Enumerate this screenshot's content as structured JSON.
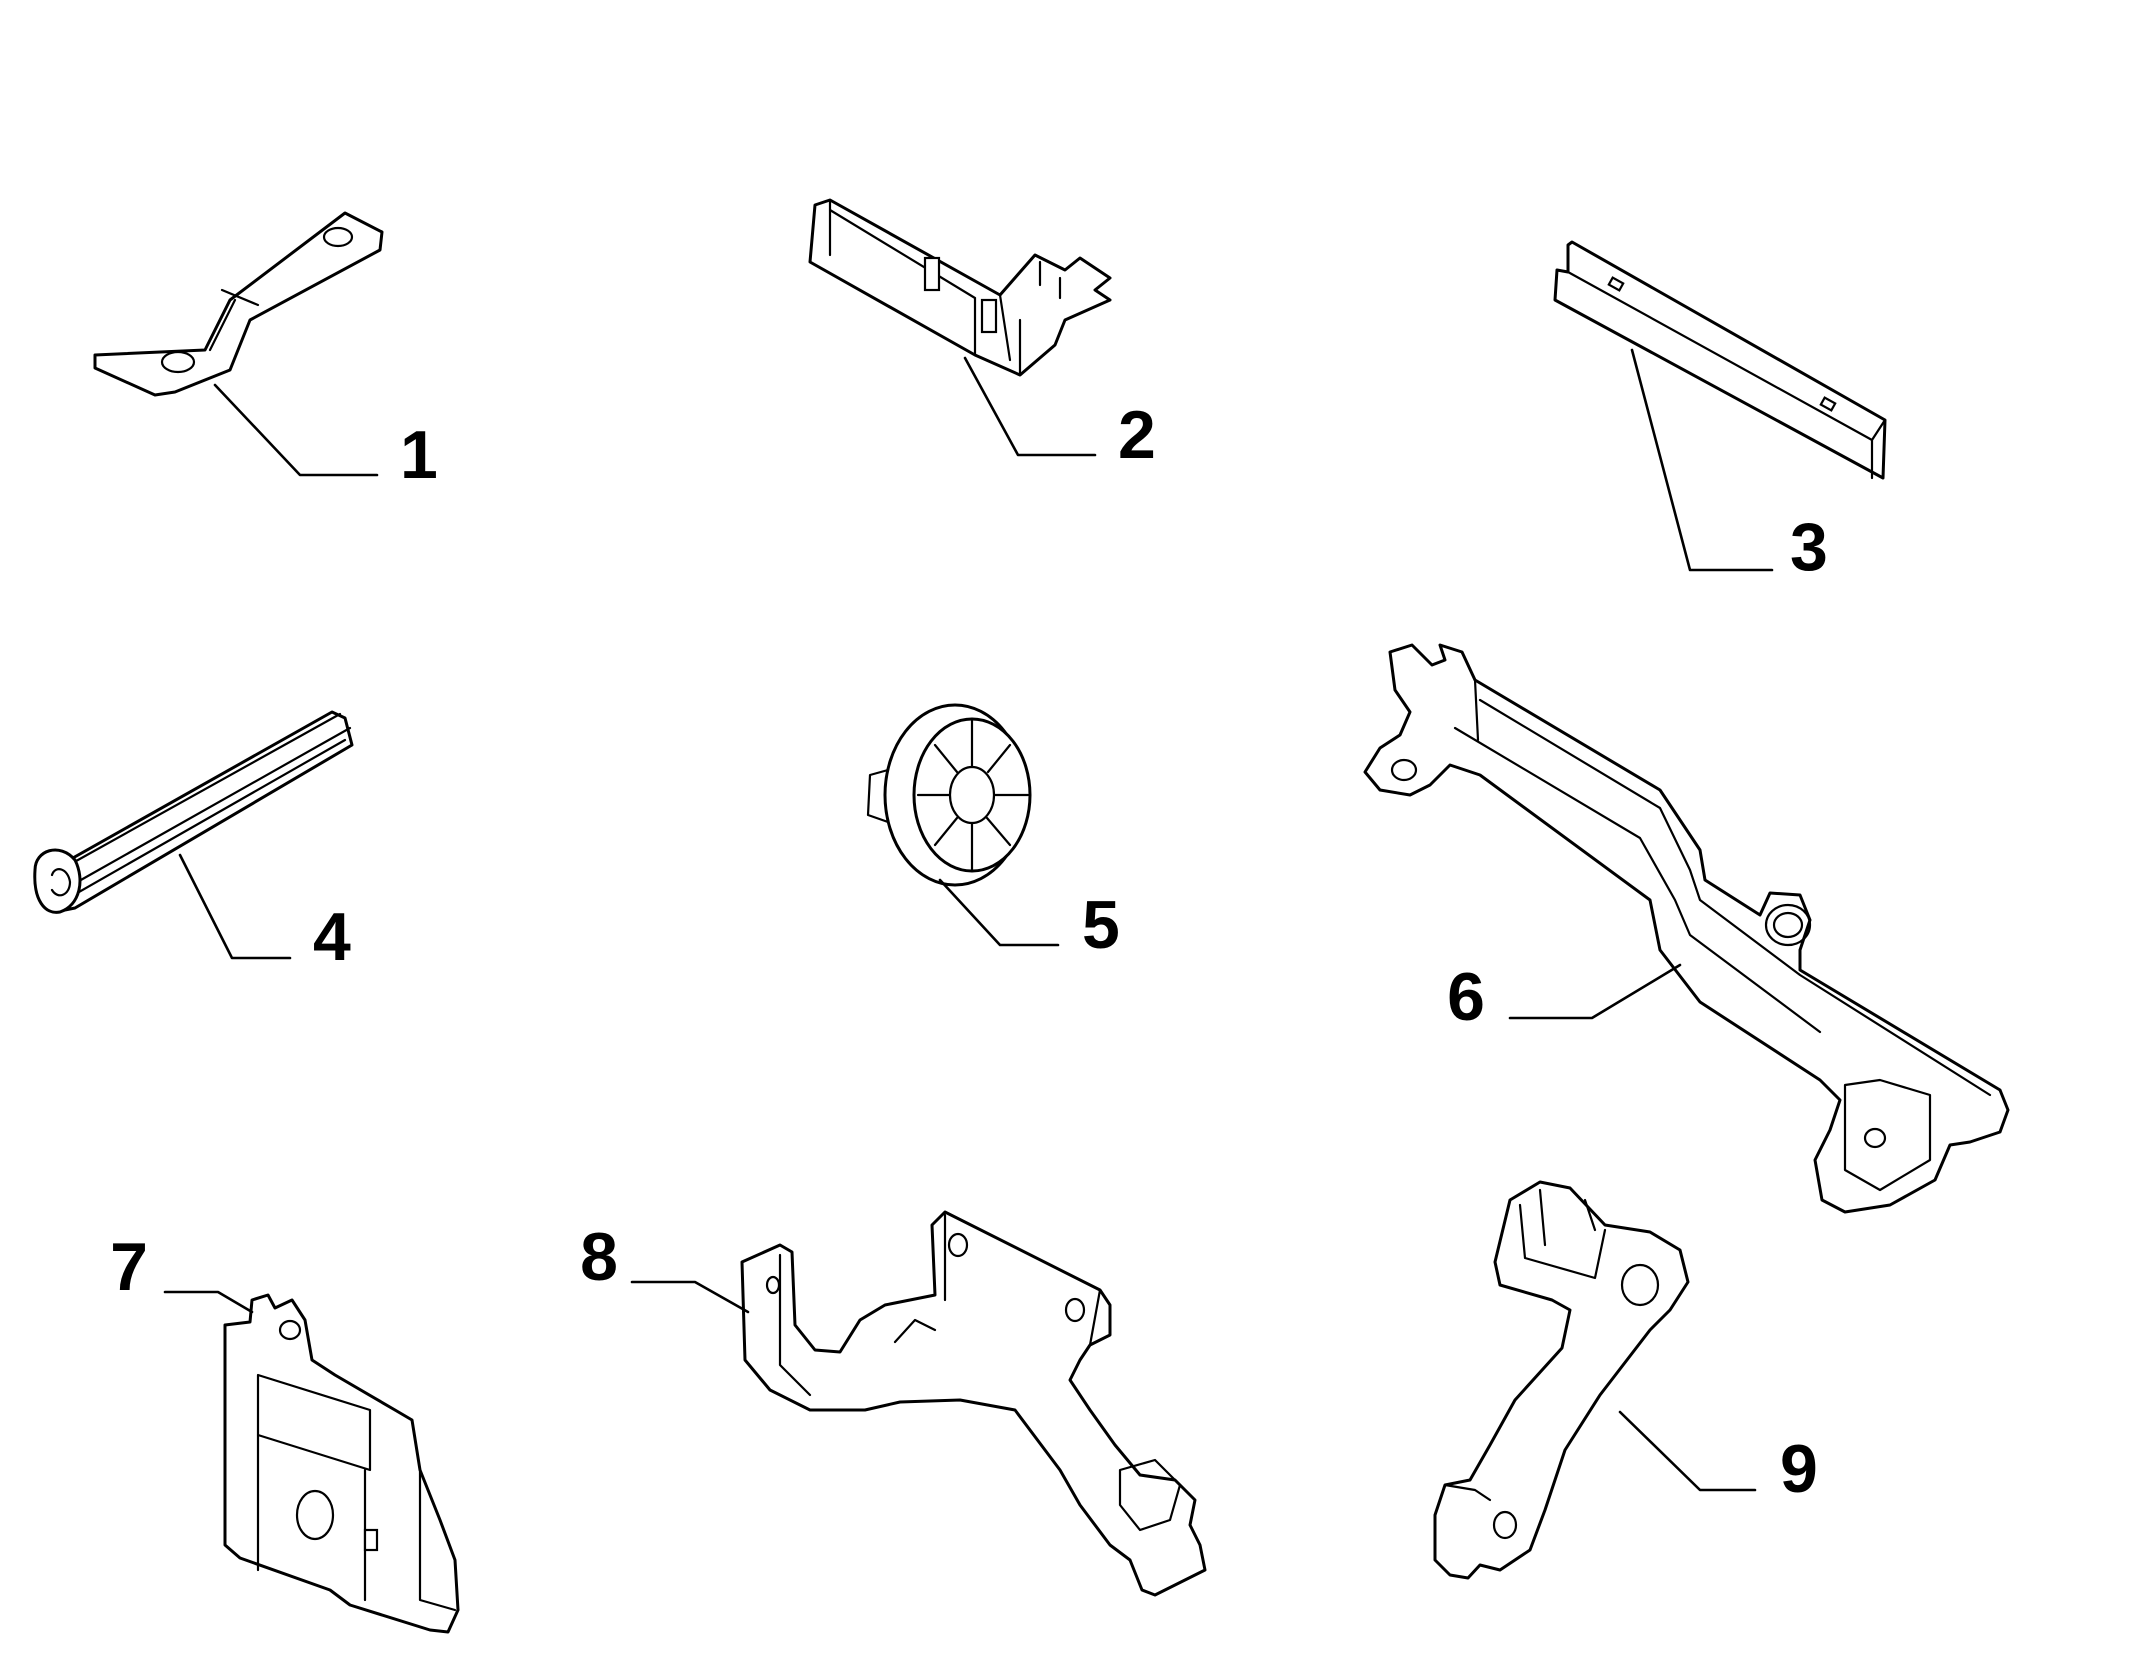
{
  "callouts": [
    {
      "id": "part-1",
      "number": "1"
    },
    {
      "id": "part-2",
      "number": "2"
    },
    {
      "id": "part-3",
      "number": "3"
    },
    {
      "id": "part-4",
      "number": "4"
    },
    {
      "id": "part-5",
      "number": "5"
    },
    {
      "id": "part-6",
      "number": "6"
    },
    {
      "id": "part-7",
      "number": "7"
    },
    {
      "id": "part-8",
      "number": "8"
    },
    {
      "id": "part-9",
      "number": "9"
    }
  ],
  "colors": {
    "line": "#000000",
    "background": "#ffffff"
  }
}
